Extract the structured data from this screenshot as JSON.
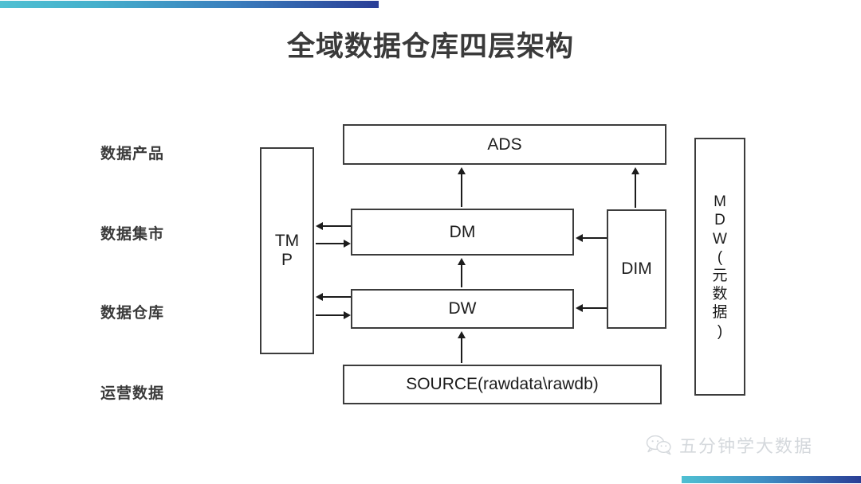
{
  "slide": {
    "title": "全域数据仓库四层架构",
    "accent_start": "#4fc0d2",
    "accent_end": "#2a3e96",
    "line_color": "#1c1c1c"
  },
  "stage_labels": [
    {
      "text": "数据产品"
    },
    {
      "text": "数据集市"
    },
    {
      "text": "数据仓库"
    },
    {
      "text": "运营数据"
    }
  ],
  "boxes": {
    "ads": "ADS",
    "tmp": "TM\nP",
    "dm": "DM",
    "dw": "DW",
    "dim": "DIM",
    "source": "SOURCE(rawdata\\rawdb)",
    "mdw": "M\nD\nW\n(\n元\n数\n据\n)"
  },
  "arrows": [
    {
      "name": "dm-to-ads",
      "direction": "up",
      "from": "DM",
      "to": "ADS"
    },
    {
      "name": "dim-to-ads",
      "direction": "up",
      "from": "DIM",
      "to": "ADS"
    },
    {
      "name": "dw-to-dm",
      "direction": "up",
      "from": "DW",
      "to": "DM"
    },
    {
      "name": "source-to-dw",
      "direction": "up",
      "from": "SOURCE",
      "to": "DW"
    },
    {
      "name": "dm-to-tmp",
      "direction": "left",
      "from": "DM",
      "to": "TMP"
    },
    {
      "name": "tmp-to-dm",
      "direction": "right",
      "from": "TMP",
      "to": "DM"
    },
    {
      "name": "dw-to-tmp",
      "direction": "left",
      "from": "DW",
      "to": "TMP"
    },
    {
      "name": "tmp-to-dw",
      "direction": "right",
      "from": "TMP",
      "to": "DW"
    },
    {
      "name": "dim-to-dm",
      "direction": "left",
      "from": "DIM",
      "to": "DM"
    },
    {
      "name": "dim-to-dw",
      "direction": "left",
      "from": "DIM",
      "to": "DW"
    }
  ],
  "watermark": {
    "text": "五分钟学大数据",
    "icon": "wechat-icon"
  }
}
